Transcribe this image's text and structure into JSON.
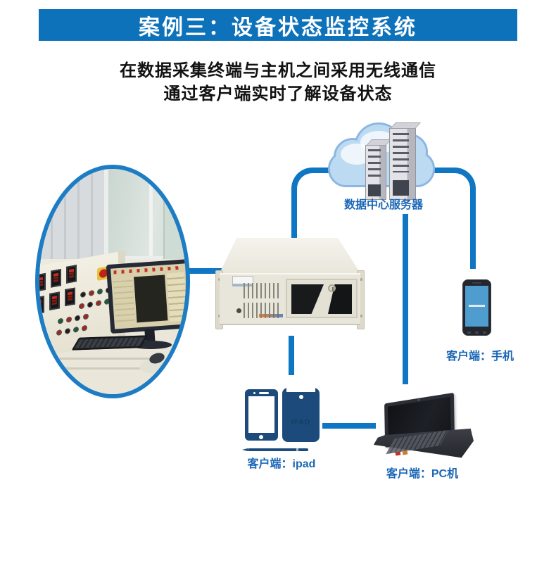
{
  "header": {
    "title": "案例三：设备状态监控系统"
  },
  "intro": {
    "line1": "在数据采集终端与主机之间采用无线通信",
    "line2": "通过客户端实时了解设备状态"
  },
  "colors": {
    "banner_blue": "#0d72ba",
    "connector_blue": "#0f76c4",
    "label_blue": "#1b67b5",
    "cloud_blue": "#b9d8f1",
    "device_navy": "#1c4b7b"
  },
  "diagram": {
    "control_room": {
      "icon": "control-room-photo"
    },
    "server": {
      "icon": "cloud-server-icon",
      "label": "数据中心服务器"
    },
    "industrial_pc": {
      "icon": "industrial-pc-icon"
    },
    "phone": {
      "icon": "smartphone-icon",
      "label": "客户端：手机"
    },
    "ipad": {
      "icon": "tablet-icon",
      "label": "客户端：ipad",
      "back_text": "IPAD"
    },
    "laptop": {
      "icon": "laptop-icon",
      "label": "客户端：PC机"
    }
  }
}
